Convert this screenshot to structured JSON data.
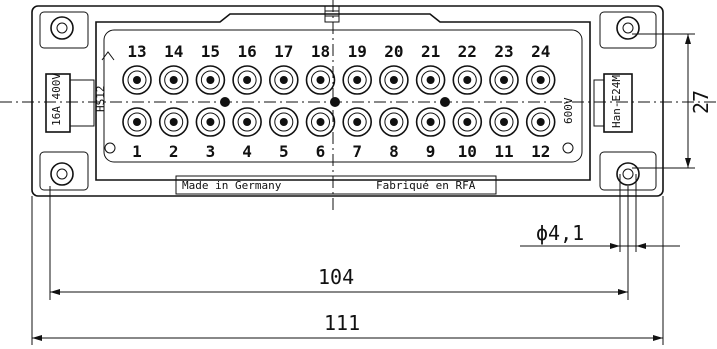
{
  "pin_top": [
    "13",
    "14",
    "15",
    "16",
    "17",
    "18",
    "19",
    "20",
    "21",
    "22",
    "23",
    "24"
  ],
  "pin_bottom": [
    "1",
    "2",
    "3",
    "4",
    "5",
    "6",
    "7",
    "8",
    "9",
    "10",
    "11",
    "12"
  ],
  "label_made": "Made in Germany",
  "label_fabrique": "Fabriqué en RFA",
  "label_rating_left": "16A 400V",
  "label_series": "HS12",
  "label_voltage_right": "600V",
  "label_model": "Han-E24M",
  "dim_width_inner": "104",
  "dim_width_outer": "111",
  "dim_height": "27",
  "dim_hole": "ϕ4,1"
}
